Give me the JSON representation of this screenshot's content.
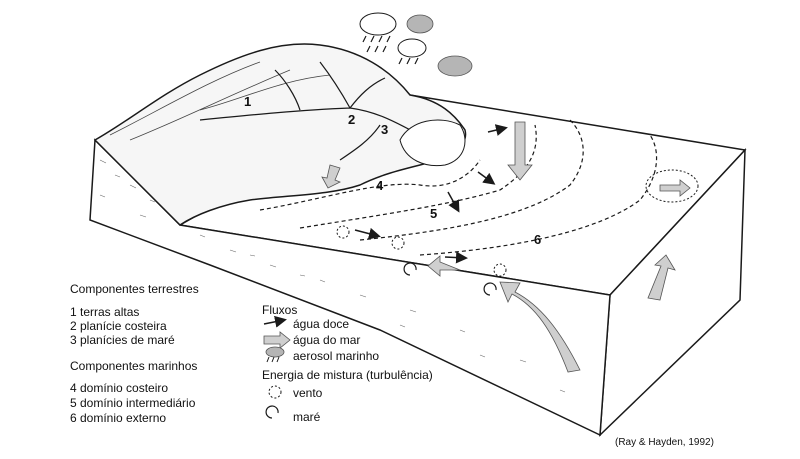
{
  "diagram": {
    "zone_numbers": [
      "1",
      "2",
      "3",
      "4",
      "5",
      "6"
    ],
    "terrestrial": {
      "heading": "Componentes terrestres",
      "items": [
        "1 terras altas",
        "2 planície costeira",
        "3 planícies de maré"
      ]
    },
    "marine": {
      "heading": "Componentes marinhos",
      "items": [
        "4 domínio costeiro",
        "5 domínio intermediário",
        "6 domínio externo"
      ]
    },
    "flows": {
      "heading": "Fluxos",
      "items": [
        {
          "label": "água doce",
          "icon": "black-arrow-icon"
        },
        {
          "label": "água do mar",
          "icon": "gray-arrow-icon"
        },
        {
          "label": "aerosol marinho",
          "icon": "cloud-rain-icon"
        }
      ]
    },
    "mixing": {
      "heading": "Energia de mistura (turbulência)",
      "items": [
        {
          "label": "vento",
          "icon": "dashed-circle-arrow-icon"
        },
        {
          "label": "maré",
          "icon": "tide-arrow-icon"
        }
      ]
    },
    "citation": "(Ray & Hayden, 1992)",
    "colors": {
      "line": "#1a1a1a",
      "gray_arrow": "#cfcfcf",
      "cloud": "#b5b5b5"
    }
  }
}
